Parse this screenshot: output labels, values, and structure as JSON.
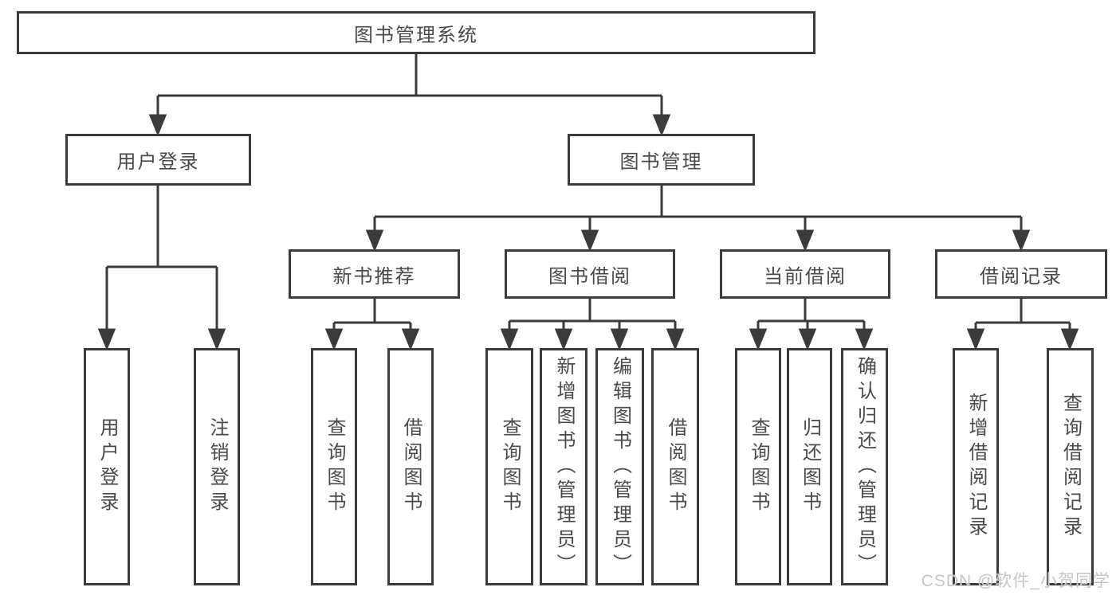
{
  "diagram": {
    "title": "图书管理系统",
    "root": {
      "label": "图书管理系统"
    },
    "level2": [
      {
        "label": "用户登录"
      },
      {
        "label": "图书管理"
      }
    ],
    "level3": [
      {
        "label": "新书推荐"
      },
      {
        "label": "图书借阅"
      },
      {
        "label": "当前借阅"
      },
      {
        "label": "借阅记录"
      }
    ],
    "leaves": {
      "user_login": [
        "用户登录",
        "注销登录"
      ],
      "new_books": [
        "查询图书",
        "借阅图书"
      ],
      "book_borrow": [
        "查询图书",
        "新增图书（管理员）",
        "编辑图书（管理员）",
        "借阅图书"
      ],
      "current_borrow": [
        "查询图书",
        "归还图书",
        "确认归还（管理员）"
      ],
      "borrow_records": [
        "新增借阅记录",
        "查询借阅记录"
      ]
    }
  },
  "watermark": {
    "text": "CSDN @软件_小贺同学"
  },
  "colors": {
    "line": "#3b3b3b",
    "box_border": "#3b3b3b",
    "text": "#4a4a4a",
    "watermark": "#c6c6c6",
    "background": "#ffffff"
  }
}
